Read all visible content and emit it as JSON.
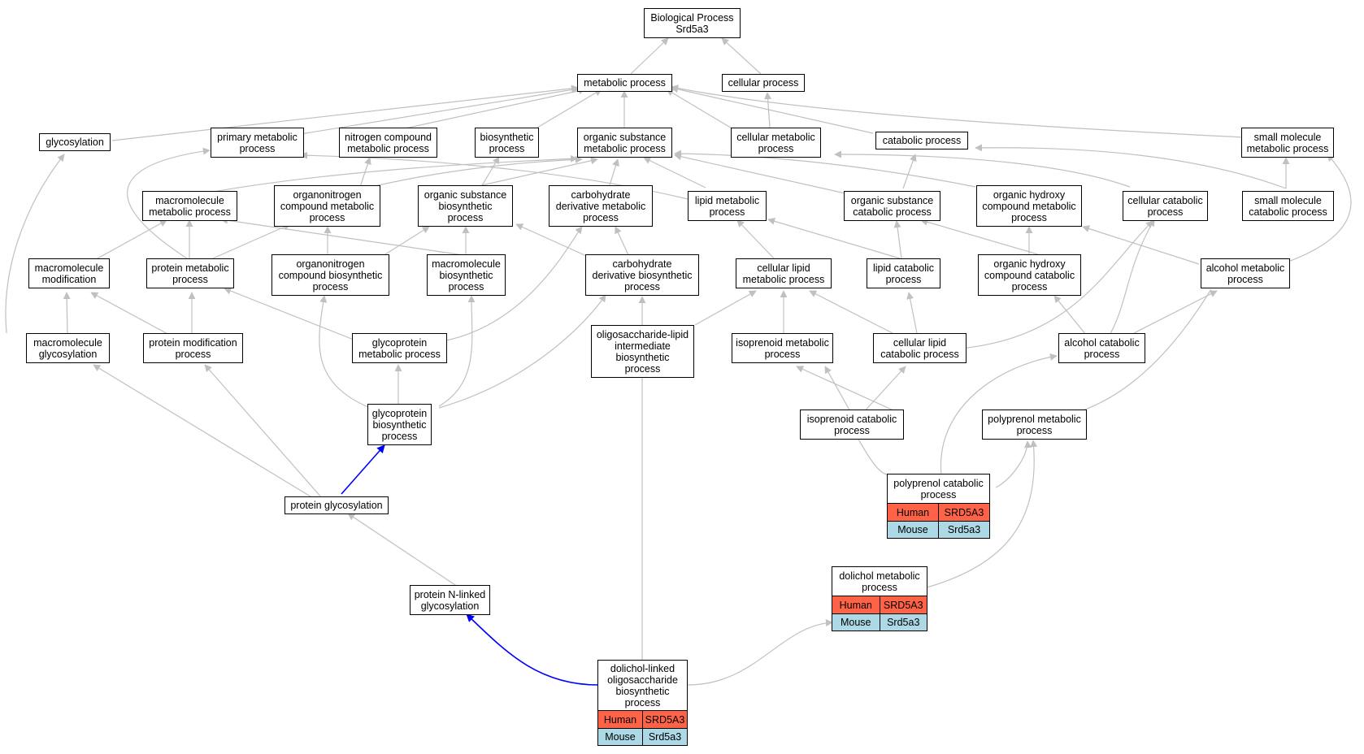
{
  "colors": {
    "edge": "#c0c0c0",
    "path_edge": "#0000ff",
    "human": "#ff6347",
    "mouse": "#add8e6"
  },
  "nodes": {
    "root": "Biological Process\nSrd5a3",
    "metabolic": "metabolic process",
    "cellular": "cellular process",
    "glycosylation": "glycosylation",
    "primary_metabolic": "primary metabolic\nprocess",
    "nitrogen_compound": "nitrogen compound\nmetabolic process",
    "biosynthetic": "biosynthetic\nprocess",
    "org_sub_metabolic": "organic substance\nmetabolic process",
    "cellular_metabolic": "cellular metabolic\nprocess",
    "catabolic": "catabolic process",
    "small_mol_metabolic": "small molecule\nmetabolic process",
    "macromolecule_metabolic": "macromolecule\nmetabolic process",
    "organonitrogen_metabolic": "organonitrogen\ncompound metabolic\nprocess",
    "org_sub_biosynthetic": "organic substance\nbiosynthetic\nprocess",
    "carb_deriv_metabolic": "carbohydrate\nderivative metabolic\nprocess",
    "lipid_metabolic": "lipid metabolic\nprocess",
    "org_sub_catabolic": "organic substance\ncatabolic process",
    "org_hydroxy_metabolic": "organic hydroxy\ncompound metabolic\nprocess",
    "cellular_catabolic": "cellular catabolic\nprocess",
    "small_mol_catabolic": "small molecule\ncatabolic process",
    "macromolecule_modification": "macromolecule\nmodification",
    "protein_metabolic": "protein metabolic\nprocess",
    "organonitrogen_biosynthetic": "organonitrogen\ncompound biosynthetic\nprocess",
    "macromolecule_biosynthetic": "macromolecule\nbiosynthetic\nprocess",
    "carb_deriv_biosynthetic": "carbohydrate\nderivative biosynthetic\nprocess",
    "cellular_lipid_metabolic": "cellular lipid\nmetabolic process",
    "lipid_catabolic": "lipid catabolic\nprocess",
    "org_hydroxy_catabolic": "organic hydroxy\ncompound catabolic\nprocess",
    "alcohol_metabolic": "alcohol metabolic\nprocess",
    "macromolecule_glycosylation": "macromolecule\nglycosylation",
    "protein_modification": "protein modification\nprocess",
    "glycoprotein_metabolic": "glycoprotein\nmetabolic process",
    "oligosaccharide_lipid": "oligosaccharide-lipid\nintermediate\nbiosynthetic\nprocess",
    "isoprenoid_metabolic": "isoprenoid metabolic\nprocess",
    "cellular_lipid_catabolic": "cellular lipid\ncatabolic process",
    "alcohol_catabolic": "alcohol catabolic\nprocess",
    "glycoprotein_biosynthetic": "glycoprotein\nbiosynthetic\nprocess",
    "isoprenoid_catabolic": "isoprenoid catabolic\nprocess",
    "polyprenol_metabolic": "polyprenol metabolic\nprocess",
    "protein_glycosylation": "protein glycosylation",
    "protein_n_linked": "protein N-linked\nglycosylation"
  },
  "annotated": {
    "polyprenol_catabolic": {
      "title": "polyprenol catabolic\nprocess",
      "human_label": "Human",
      "human_gene": "SRD5A3",
      "mouse_label": "Mouse",
      "mouse_gene": "Srd5a3"
    },
    "dolichol_metabolic": {
      "title": "dolichol metabolic\nprocess",
      "human_label": "Human",
      "human_gene": "SRD5A3",
      "mouse_label": "Mouse",
      "mouse_gene": "Srd5a3"
    },
    "dolichol_linked": {
      "title": "dolichol-linked\noligosaccharide\nbiosynthetic\nprocess",
      "human_label": "Human",
      "human_gene": "SRD5A3",
      "mouse_label": "Mouse",
      "mouse_gene": "Srd5a3"
    }
  }
}
